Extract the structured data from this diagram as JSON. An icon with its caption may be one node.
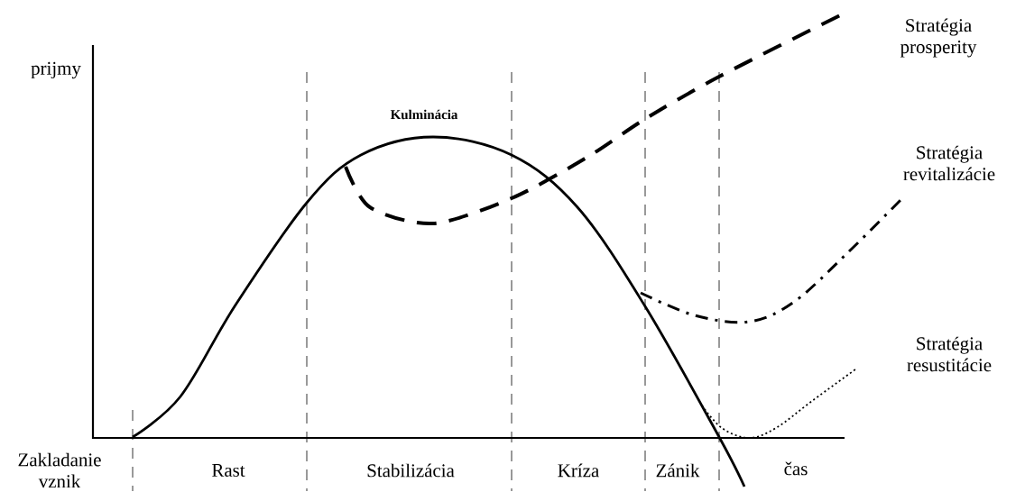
{
  "diagram": {
    "labels": [
      "prijmy",
      "Kulminácia",
      "Stratégia prosperity",
      "Stratégia revitalizácie",
      "Stratégia resustitácie",
      "Zakladanie vznik",
      "Rast",
      "Stabilizácia",
      "Kríza",
      "Zánik",
      "čas"
    ]
  }
}
